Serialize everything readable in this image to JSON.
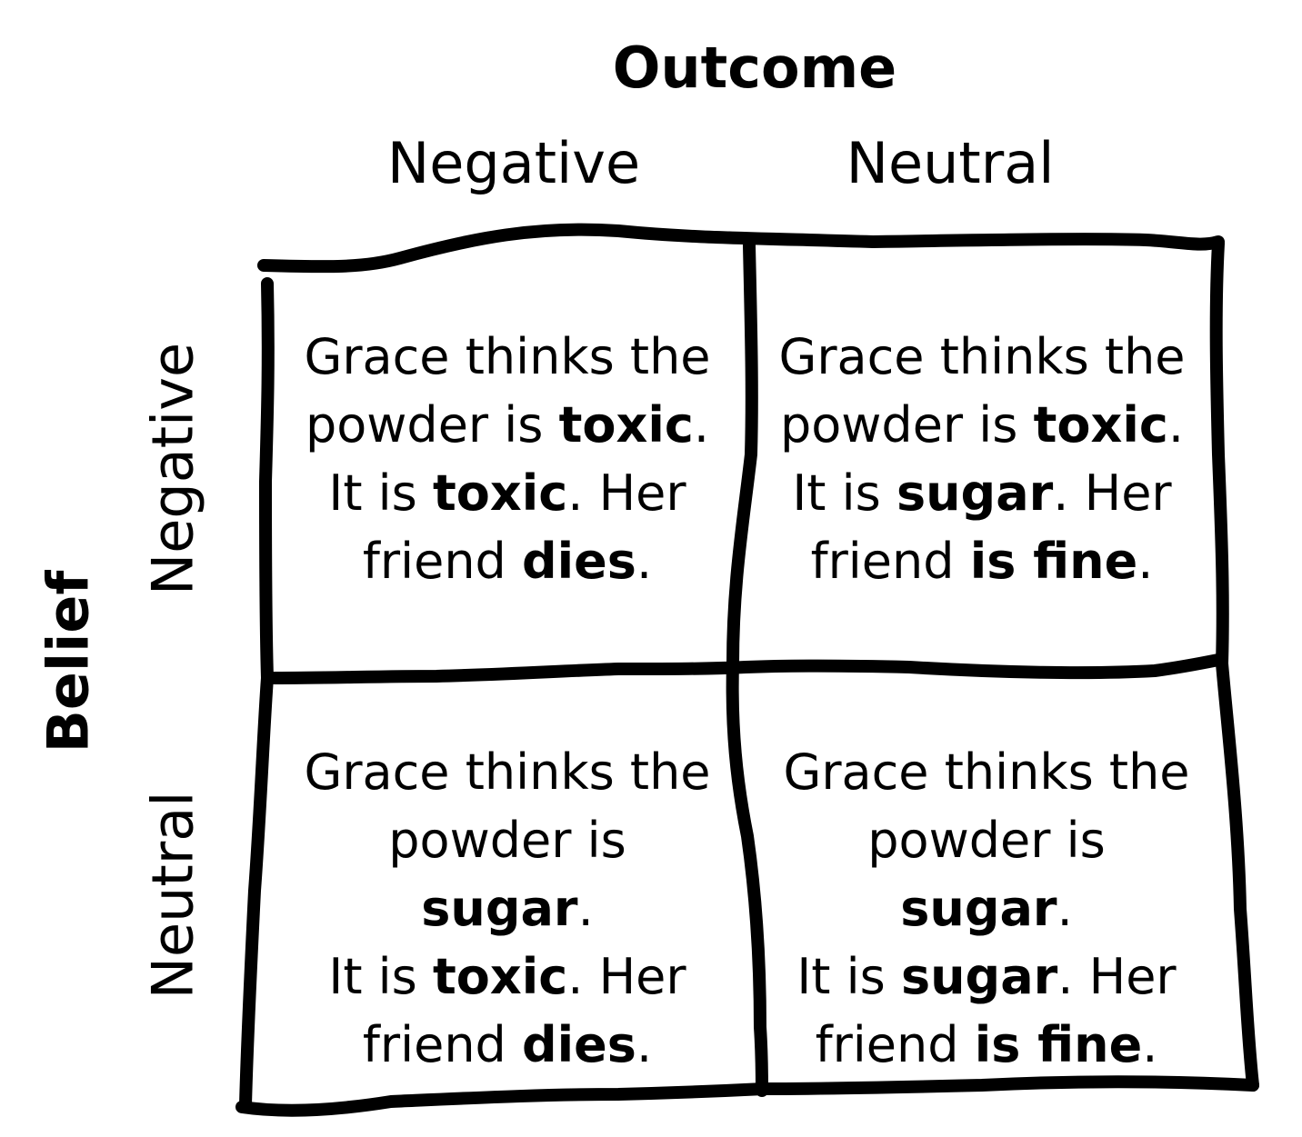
{
  "outcome_label": "Outcome",
  "belief_label": "Belief",
  "columns": {
    "negative": "Negative",
    "neutral": "Neutral"
  },
  "rows": {
    "negative": "Negative",
    "neutral": "Neutral"
  },
  "cells": {
    "neg_neg": {
      "p1": "Grace thinks the",
      "p2": "powder is ",
      "b1": "toxic",
      "p3": ".",
      "p4": "It is ",
      "b2": "toxic",
      "p5": ". Her",
      "p6": "friend ",
      "b3": "dies",
      "p7": "."
    },
    "neg_neu": {
      "p1": "Grace thinks the",
      "p2": "powder is ",
      "b1": "toxic",
      "p3": ".",
      "p4": "It is ",
      "b2": "sugar",
      "p5": ". Her",
      "p6": "friend ",
      "b3": "is fine",
      "p7": "."
    },
    "neu_neg": {
      "p1": "Grace thinks the",
      "p2": "powder is ",
      "b1": "sugar",
      "p3": ".",
      "p4": "It is ",
      "b2": "toxic",
      "p5": ". Her",
      "p6": "friend ",
      "b3": "dies",
      "p7": "."
    },
    "neu_neu": {
      "p1": "Grace thinks the",
      "p2": "powder is ",
      "b1": "sugar",
      "p3": ".",
      "p4": "It is ",
      "b2": "sugar",
      "p5": ". Her",
      "p6": "friend ",
      "b3": "is fine",
      "p7": "."
    }
  }
}
